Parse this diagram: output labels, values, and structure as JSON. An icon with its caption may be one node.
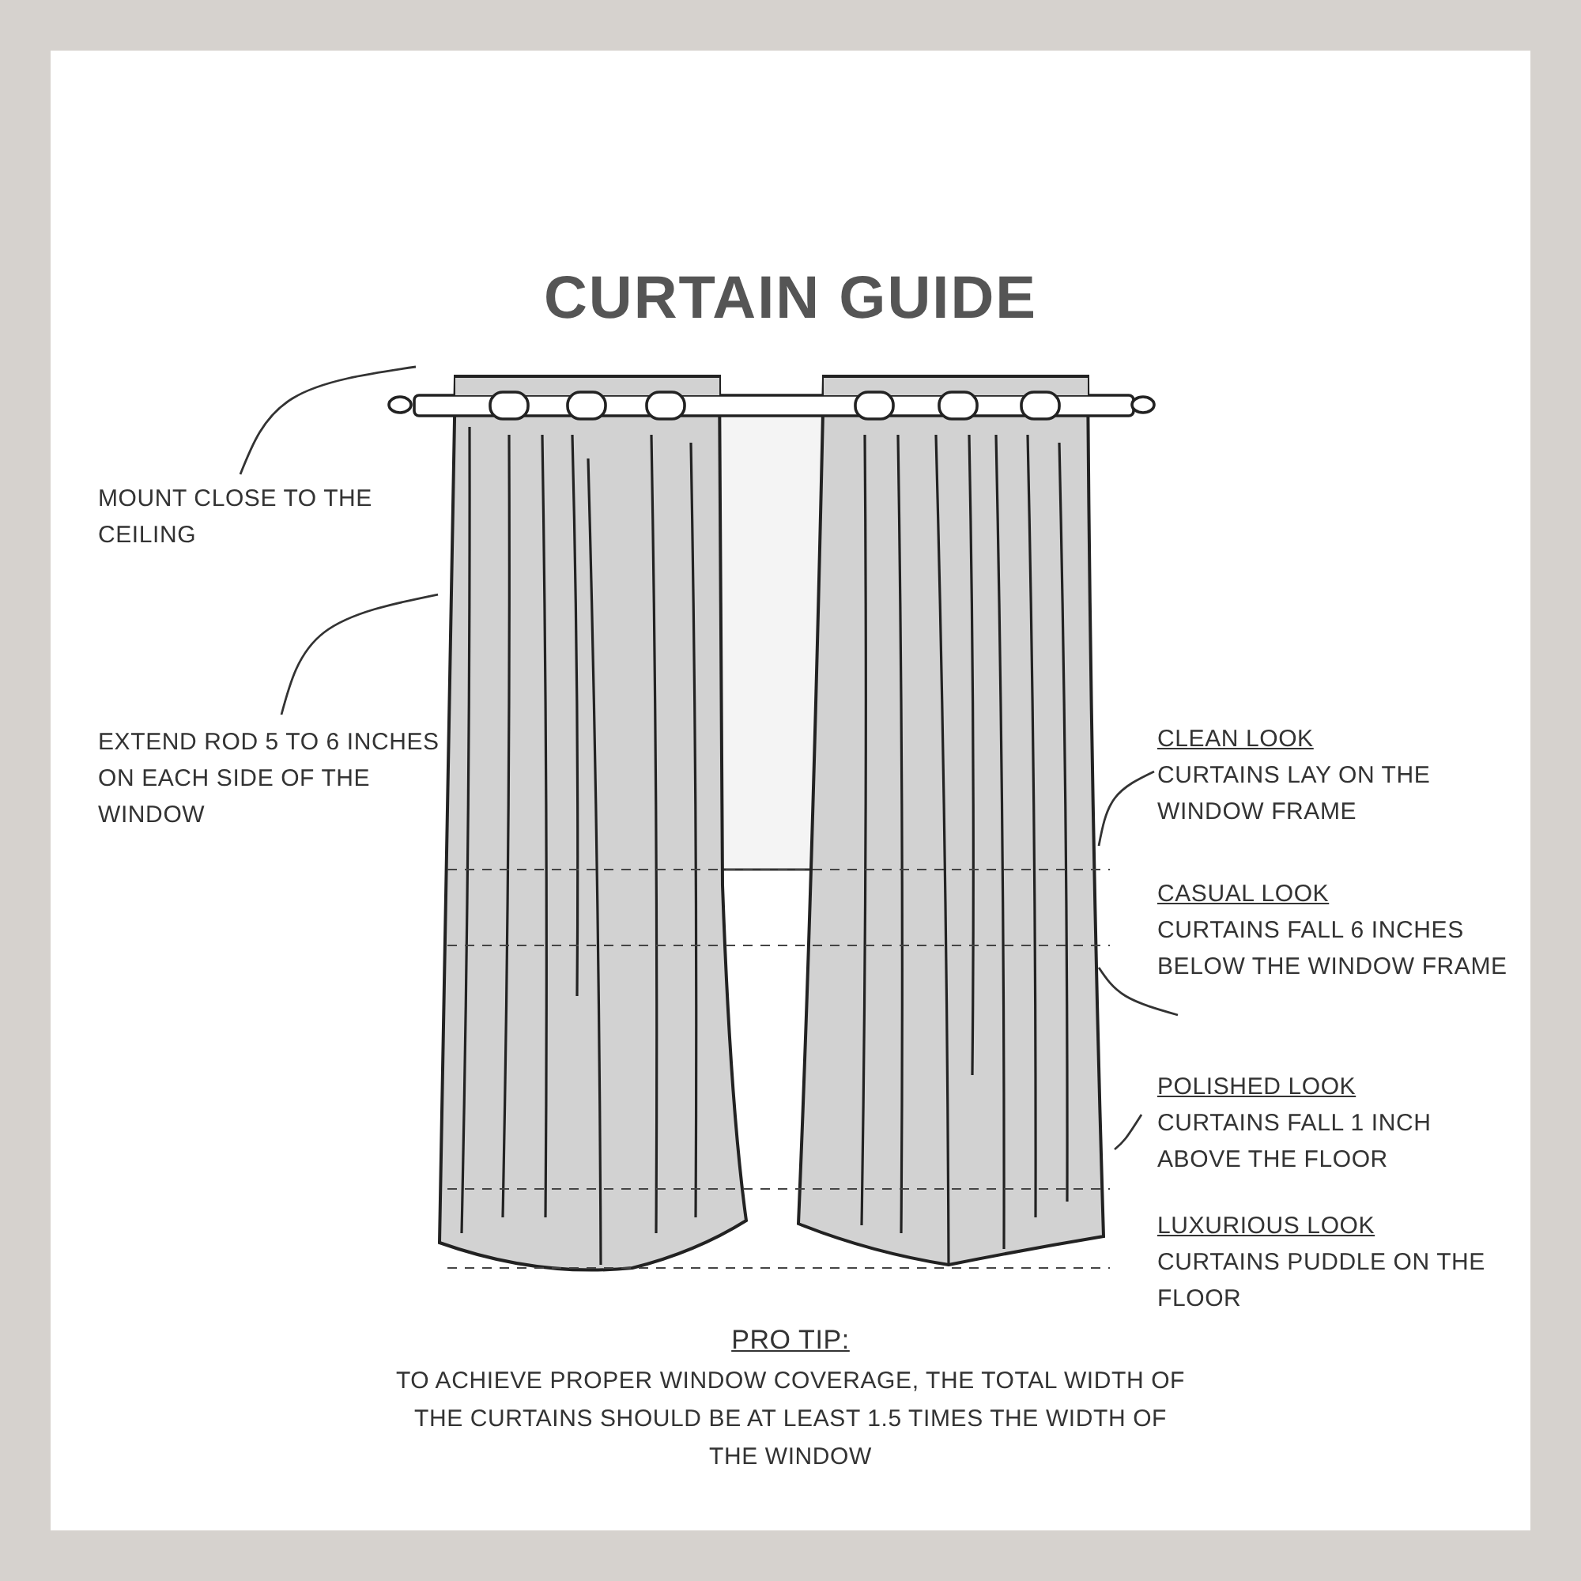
{
  "diagram": {
    "title": "CURTAIN GUIDE",
    "nodes": [
      {
        "text": [
          "MOUNT CLOSE TO THE CEILING"
        ]
      },
      {
        "text": [
          "EXTEND ROD 5 TO 6 INCHES ON EACH SIDE OF THE WINDOW"
        ]
      },
      {
        "text": [
          "CLEAN LOOK",
          "CURTAINS LAY ON THE WINDOW FRAME"
        ]
      },
      {
        "text": [
          "CASUAL LOOK",
          "CURTAINS FALL 6 INCHES BELOW THE WINDOW FRAME"
        ]
      },
      {
        "text": [
          "POLISHED LOOK",
          "CURTAINS FALL 1 INCH ABOVE THE FLOOR"
        ]
      }
    ],
    "edges": [
      {
        "from": 0,
        "to": null,
        "arrow": "none"
      },
      {
        "from": 1,
        "to": null,
        "arrow": "none"
      },
      {
        "from": 2,
        "to": null,
        "arrow": "none"
      },
      {
        "from": 3,
        "to": null,
        "arrow": "none"
      },
      {
        "from": 4,
        "to": null,
        "arrow": "none"
      }
    ],
    "labels": [
      "LUXURIOUS LOOK",
      "CURTAINS PUDDLE ON THE FLOOR",
      "PRO TIP:",
      "TO ACHIEVE PROPER WINDOW COVERAGE, THE TOTAL WIDTH OF THE CURTAINS SHOULD BE AT LEAST 1.5 TIMES THE WIDTH OF THE WINDOW"
    ]
  }
}
